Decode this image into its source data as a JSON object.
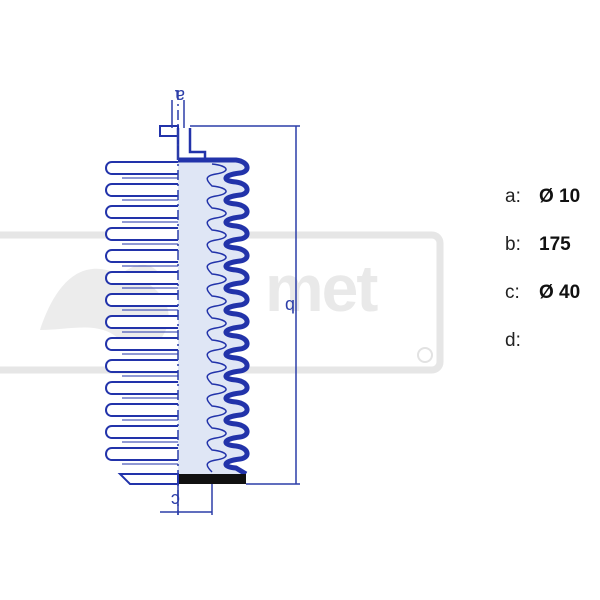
{
  "diagram": {
    "dimension_labels": {
      "a": "a",
      "b": "b",
      "c": "c"
    },
    "watermark": {
      "brand": "met",
      "registered": "®"
    }
  },
  "specs": [
    {
      "key": "a:",
      "value": "Ø 10"
    },
    {
      "key": "b:",
      "value": "175"
    },
    {
      "key": "c:",
      "value": "Ø 40"
    },
    {
      "key": "d:",
      "value": ""
    }
  ],
  "colors": {
    "outline": "#2233aa",
    "dimension": "#2c3ea8",
    "fill": "#dfe6f5",
    "base": "#111111",
    "watermark": "#e4e4e4"
  }
}
